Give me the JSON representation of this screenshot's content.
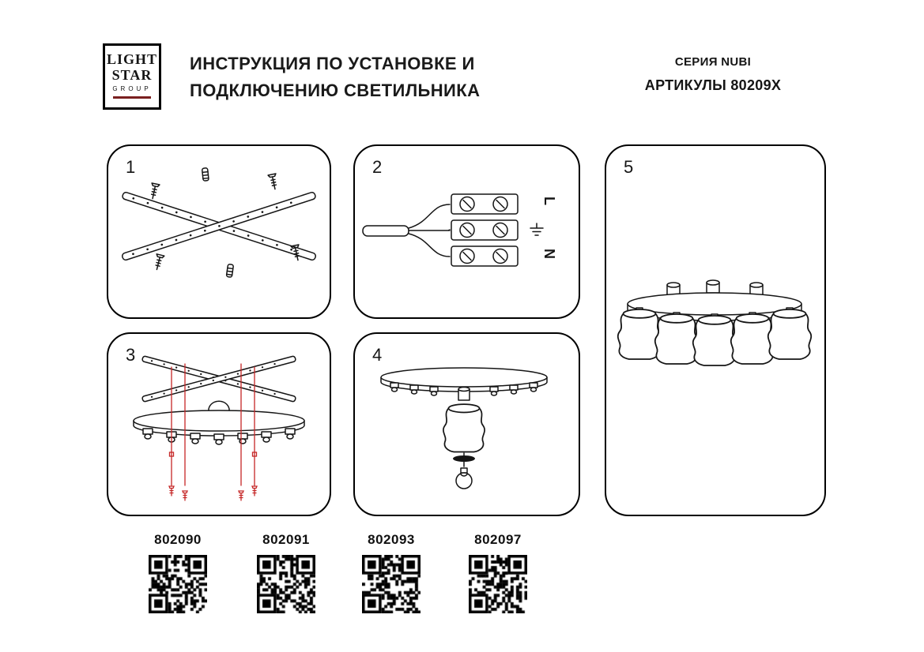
{
  "header": {
    "logo": {
      "line1": "LIGHT",
      "line2": "STAR",
      "line3": "GROUP"
    },
    "title_line1": "ИНСТРУКЦИЯ ПО УСТАНОВКЕ И",
    "title_line2": "ПОДКЛЮЧЕНИЮ СВЕТИЛЬНИКА",
    "series": "СЕРИЯ NUBI",
    "articles": "АРТИКУЛЫ 80209X"
  },
  "steps": [
    "1",
    "2",
    "3",
    "4",
    "5"
  ],
  "wiring": {
    "line_label": "L",
    "neutral_label": "N"
  },
  "products": [
    {
      "article": "802090"
    },
    {
      "article": "802091"
    },
    {
      "article": "802093"
    },
    {
      "article": "802097"
    }
  ],
  "colors": {
    "ink": "#151515",
    "accent_red": "#c52727",
    "logo_red": "#7a1f1f"
  }
}
